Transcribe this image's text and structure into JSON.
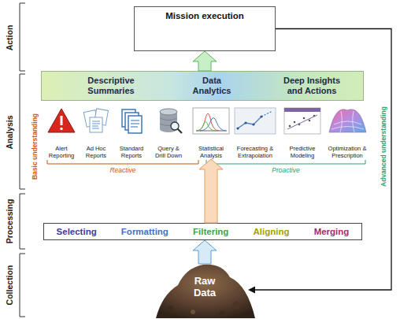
{
  "diagram": {
    "nodes": [
      {
        "text": [
          "Mission execution"
        ]
      },
      {
        "text": [
          "Descriptive Summaries",
          "Data Analytics",
          "Deep Insights and Actions"
        ]
      },
      {
        "text": [
          "Alert Reporting"
        ]
      },
      {
        "text": [
          "Ad Hoc Reports"
        ]
      },
      {
        "text": [
          "Standard Reports"
        ]
      },
      {
        "text": [
          "Query & Drill Down"
        ]
      },
      {
        "text": [
          "Statistical Analysis"
        ]
      },
      {
        "text": [
          "Forecasting & Extrapolation"
        ]
      },
      {
        "text": [
          "Predictive Modeling"
        ]
      },
      {
        "text": [
          "Optimization & Prescription"
        ]
      },
      {
        "text": [
          "Selecting",
          "Formatting",
          "Filtering",
          "Aligning",
          "Merging"
        ]
      },
      {
        "text": [
          "Raw Data"
        ]
      }
    ],
    "edges": [
      {
        "from": 11,
        "to": 10,
        "arrow": "to"
      },
      {
        "from": 10,
        "to": 6,
        "arrow": "to"
      },
      {
        "from": 1,
        "to": 0,
        "arrow": "to"
      },
      {
        "from": 0,
        "to": 11,
        "arrow": "to"
      }
    ],
    "labels": [
      "Action",
      "Analysis",
      "Processing",
      "Collection",
      "Basic understanding",
      "Advanced understanding",
      "Reactive",
      "Proactive"
    ]
  }
}
